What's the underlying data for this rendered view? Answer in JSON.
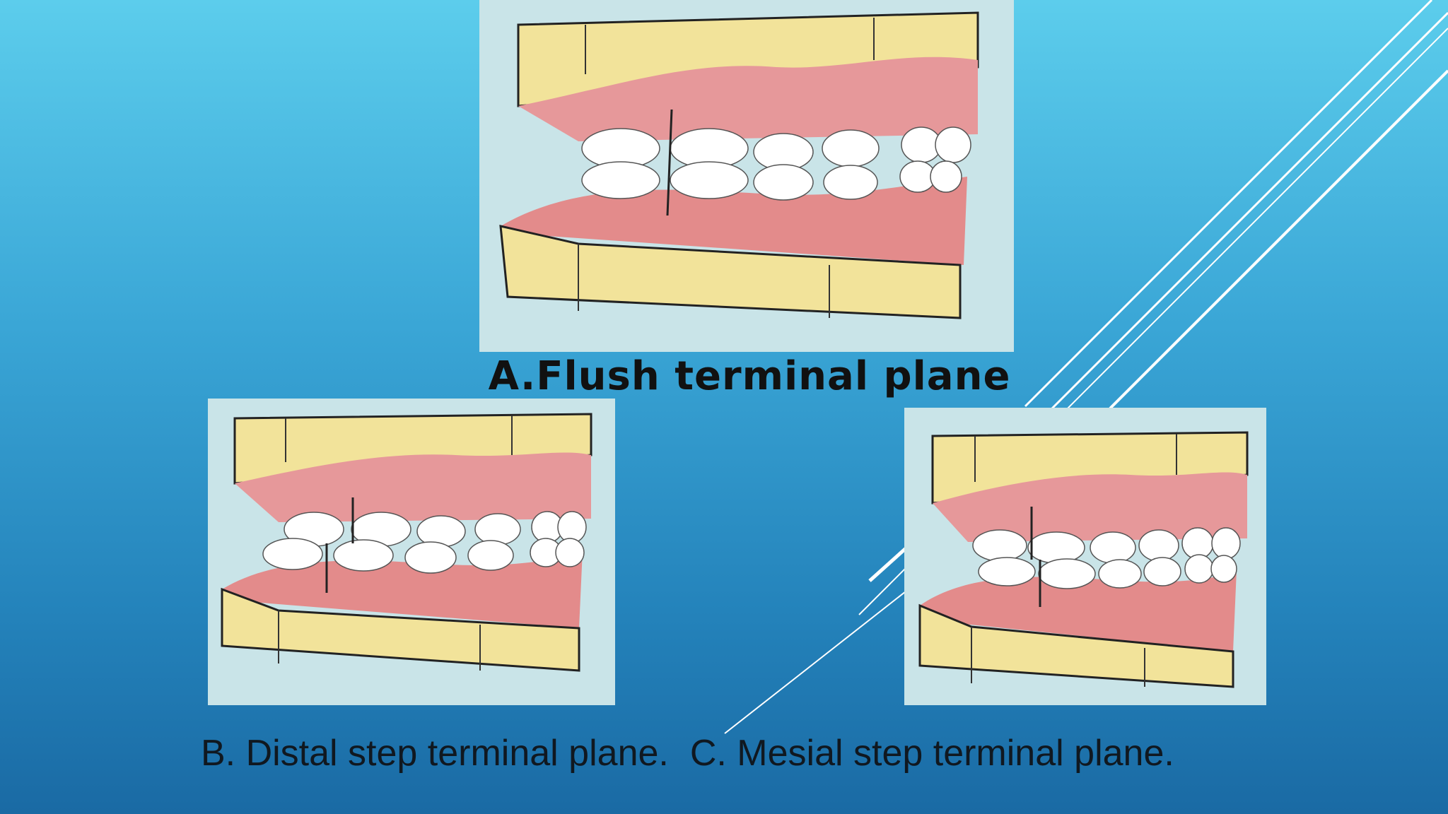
{
  "slide": {
    "panels": [
      {
        "id": "a",
        "caption": "A.Flush terminal plane"
      },
      {
        "id": "b",
        "caption": "B. Distal step terminal plane."
      },
      {
        "id": "c",
        "caption": "C. Mesial step terminal plane."
      }
    ]
  },
  "colors": {
    "background_top": "#5ccdec",
    "background_bottom": "#1a6aa4",
    "gum": "#e38b8b",
    "base": "#f2e39a",
    "tooth": "#ffffff",
    "panel_bg": "#c9e4e8"
  }
}
